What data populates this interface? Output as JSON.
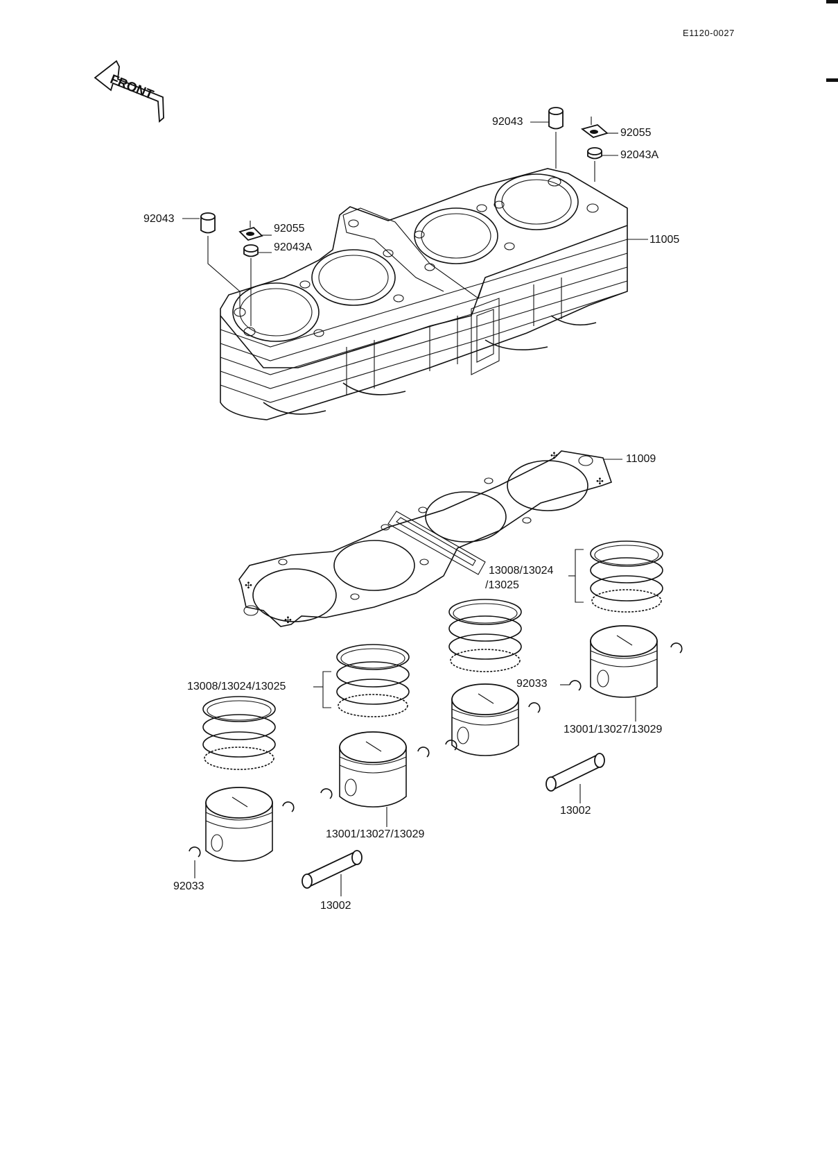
{
  "diagram": {
    "code": "E1120-0027",
    "front_label": "FRONT",
    "labels": {
      "dowel_right": "92043",
      "seal_right": "92055",
      "collar_right": "92043A",
      "dowel_left": "92043",
      "seal_left": "92055",
      "collar_left": "92043A",
      "cylinder_block": "11005",
      "head_gasket": "11009",
      "rings_right": "13008/13024",
      "rings_right_2": "/13025",
      "rings_left": "13008/13024/13025",
      "circlip_right": "92033",
      "piston_right": "13001/13027/13029",
      "pin_right": "13002",
      "piston_left": "13001/13027/13029",
      "circlip_left": "92033",
      "pin_left": "13002"
    }
  }
}
